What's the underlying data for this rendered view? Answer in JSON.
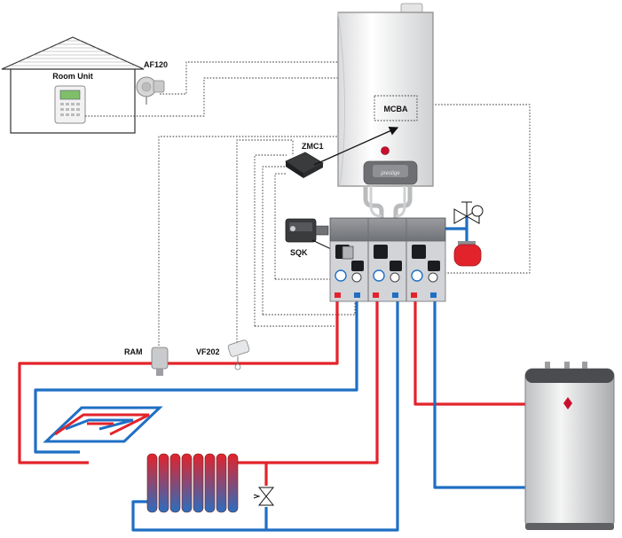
{
  "labels": {
    "room_unit": "Room Unit",
    "af120": "AF120",
    "mcba": "MCBA",
    "zmc1": "ZMC1",
    "sqk": "SQK",
    "ram": "RAM",
    "vf202": "VF202",
    "boiler_brand": "prestige"
  },
  "colors": {
    "hot_pipe": "#e3232b",
    "cold_pipe": "#1f6fc4",
    "control_wiring": "#333333"
  },
  "icons": {
    "house": "house-outline",
    "thermostat": "room-thermostat",
    "outdoor_sensor": "outdoor-sensor",
    "boiler": "wall-hung-boiler",
    "zone_controller": "zone-controller-box",
    "mixing_actuator": "mixing-valve-actuator",
    "manifold": "pump-manifold",
    "expansion_vessel": "expansion-vessel",
    "fill_valve": "fill-valve",
    "underfloor_loop": "underfloor-heating-loop",
    "radiator": "radiator",
    "bypass_valve": "bypass-valve",
    "water_heater": "indirect-water-heater"
  }
}
